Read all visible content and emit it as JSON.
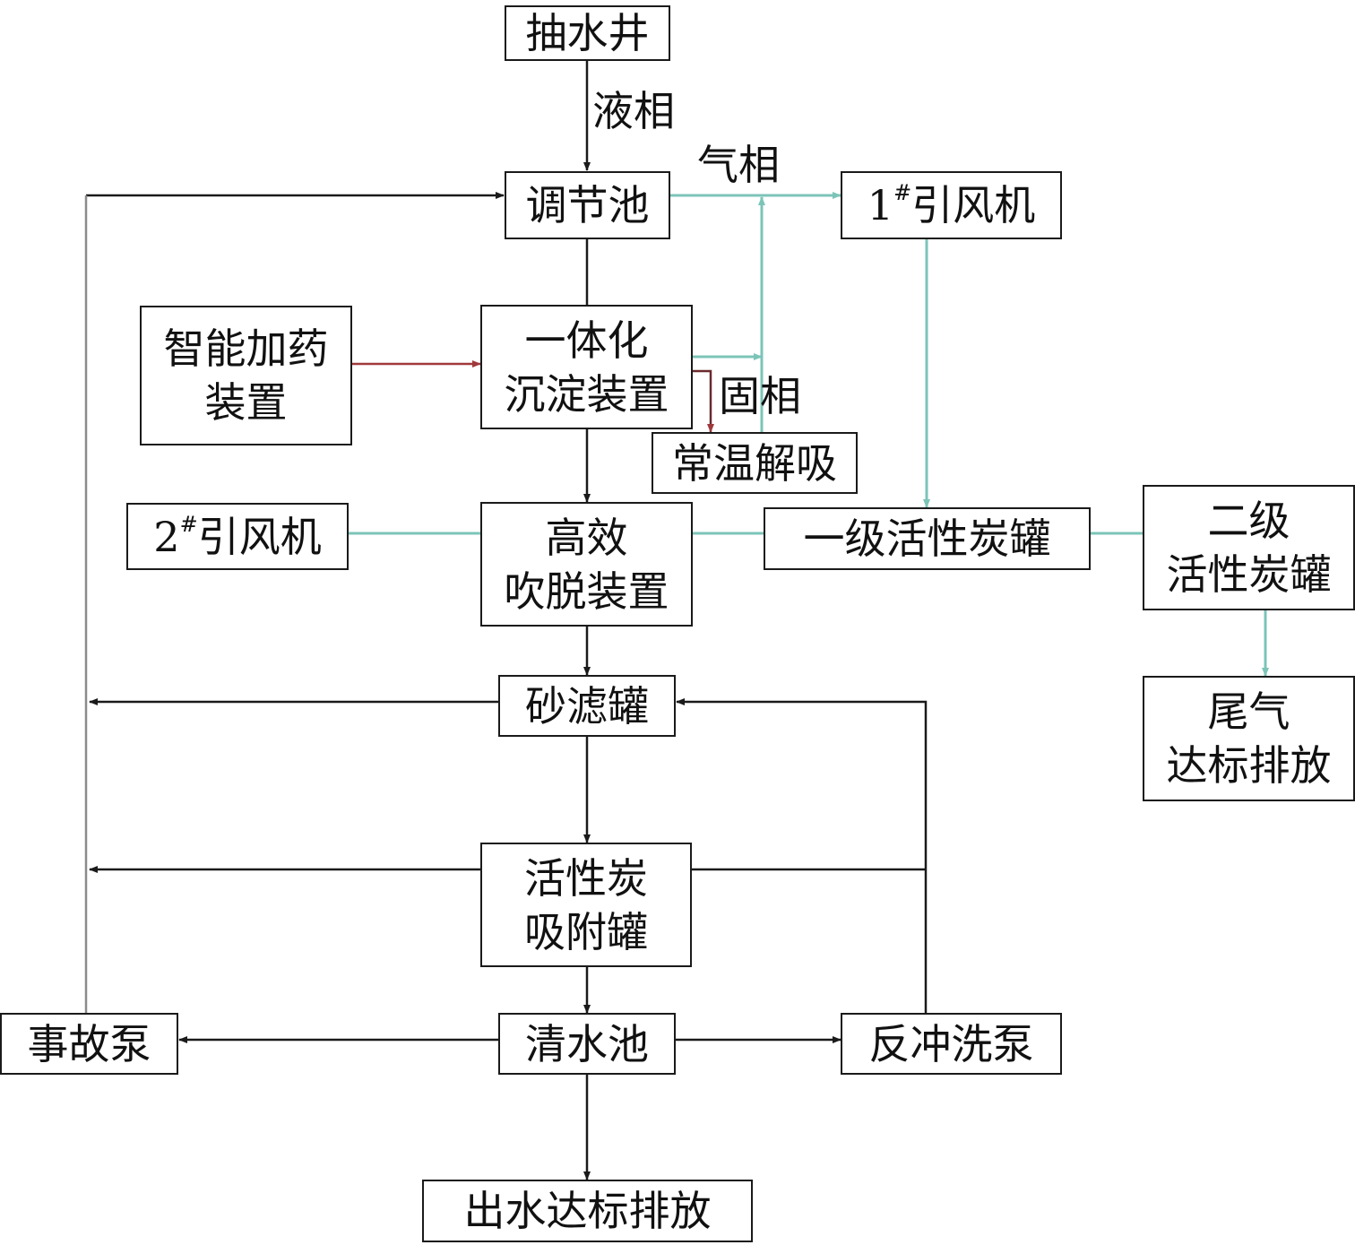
{
  "colors": {
    "water_flow": "#1a1a1a",
    "gas_flow": "#7cc4b8",
    "dosing_flow": "#a0393c",
    "return_line": "#888888"
  },
  "nodes": {
    "well": {
      "line1": "抽水井"
    },
    "equalization": {
      "line1": "调节池"
    },
    "fan1": {
      "prefix": "1",
      "sup": "#",
      "suffix": "引风机"
    },
    "dosing": {
      "line1": "智能加药",
      "line2": "装置"
    },
    "sedimentation": {
      "line1": "一体化",
      "line2": "沉淀装置"
    },
    "desorption": {
      "line1": "常温解吸"
    },
    "fan2": {
      "prefix": "2",
      "sup": "#",
      "suffix": "引风机"
    },
    "stripper": {
      "line1": "高效",
      "line2": "吹脱装置"
    },
    "carbon1": {
      "line1": "一级活性炭罐"
    },
    "carbon2": {
      "line1": "二级",
      "line2": "活性炭罐"
    },
    "exhaust": {
      "line1": "尾气",
      "line2": "达标排放"
    },
    "sand_filter": {
      "line1": "砂滤罐"
    },
    "carbon_adsorber": {
      "line1": "活性炭",
      "line2": "吸附罐"
    },
    "emergency_pump": {
      "line1": "事故泵"
    },
    "clear_pool": {
      "line1": "清水池"
    },
    "backwash_pump": {
      "line1": "反冲洗泵"
    },
    "discharge": {
      "line1": "出水达标排放"
    }
  },
  "labels": {
    "liquid_phase": "液相",
    "gas_phase": "气相",
    "solid_phase": "固相"
  }
}
